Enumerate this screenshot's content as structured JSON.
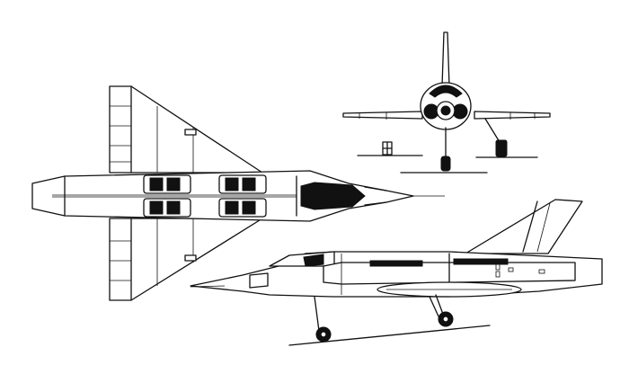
{
  "figure": {
    "views": [
      "top-view",
      "front-view",
      "side-view"
    ],
    "colors": {
      "ink": "#111111",
      "paper": "#ffffff"
    }
  }
}
